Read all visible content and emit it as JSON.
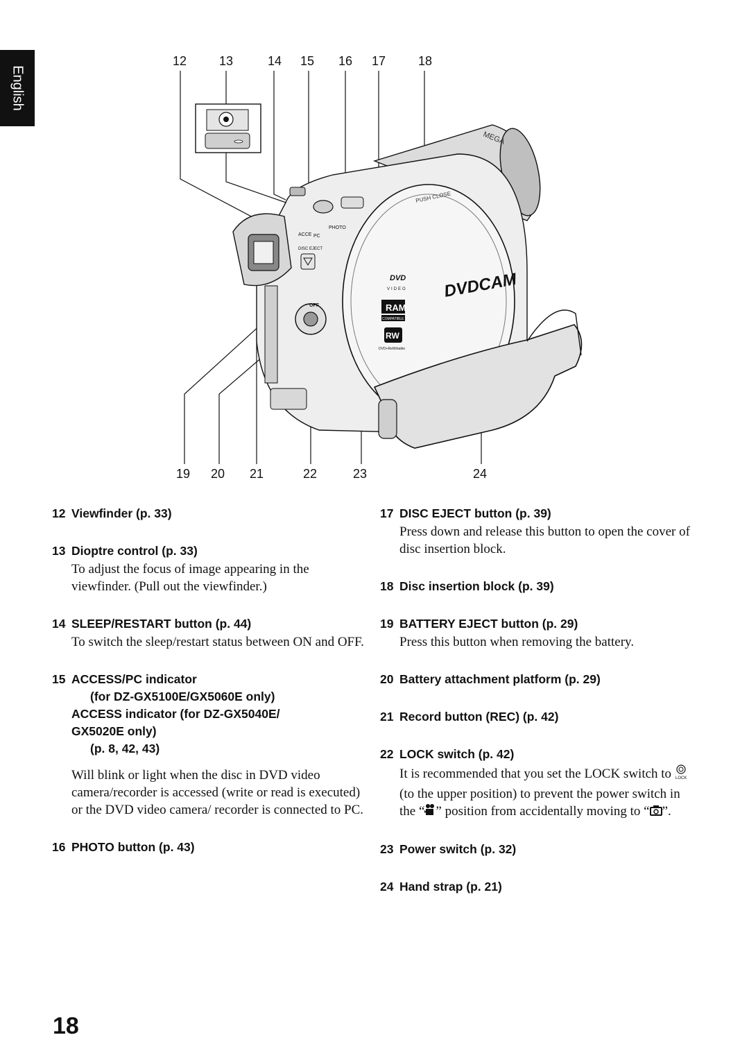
{
  "side_tab": {
    "label": "English"
  },
  "diagram": {
    "top_callouts": [
      "12",
      "13",
      "14",
      "15",
      "16",
      "17",
      "18"
    ],
    "bottom_callouts": [
      "19",
      "20",
      "21",
      "22",
      "23",
      "24"
    ],
    "printed_labels": {
      "mega": "MEGA",
      "push_close": "PUSH CLOSE",
      "access": "ACCE",
      "pc": "PC",
      "photo": "PHOTO",
      "disc_eject": "DISC EJECT",
      "off": "OFF",
      "dvdcam": "DVDCAM",
      "dvd": "DVD",
      "video": "VIDEO",
      "ram": "RAM",
      "compatible": "COMPATIBLE",
      "rw": "RW",
      "dvd_rewritable": "DVD+ReWritable"
    }
  },
  "left_column": [
    {
      "num": "12",
      "title": "Viewfinder (p. 33)"
    },
    {
      "num": "13",
      "title": "Dioptre control (p. 33)",
      "desc": "To adjust the focus of image appearing in the viewfinder. (Pull out the viewfinder.)"
    },
    {
      "num": "14",
      "title": "SLEEP/RESTART button (p. 44)",
      "desc": "To switch the sleep/restart status between ON and OFF."
    },
    {
      "num": "15",
      "title": "ACCESS/PC indicator",
      "sub1": "(for DZ-GX5100E/GX5060E only)",
      "sub2": "ACCESS indicator (for DZ-GX5040E/",
      "sub3": "GX5020E only)",
      "sub4": "(p. 8, 42, 43)",
      "desc": "Will blink or light when the disc in DVD video camera/recorder is accessed (write or read is executed) or the DVD video camera/ recorder is connected to PC."
    },
    {
      "num": "16",
      "title": "PHOTO button (p. 43)"
    }
  ],
  "right_column": [
    {
      "num": "17",
      "title": "DISC EJECT button (p. 39)",
      "desc": "Press down and release this button to open the cover of disc insertion block."
    },
    {
      "num": "18",
      "title": "Disc insertion block (p. 39)"
    },
    {
      "num": "19",
      "title": "BATTERY EJECT button (p. 29)",
      "desc": "Press this button when removing the battery."
    },
    {
      "num": "20",
      "title": "Battery attachment platform (p. 29)"
    },
    {
      "num": "21",
      "title": "Record button (REC) (p. 42)"
    },
    {
      "num": "22",
      "title": "LOCK switch (p. 42)",
      "desc_1": "It is recommended that you set the LOCK switch to",
      "lock_label": "LOCK",
      "desc_2": "(to the upper position) to prevent the power switch in the “",
      "desc_3": "” position from accidentally moving to “",
      "desc_4": "”."
    },
    {
      "num": "23",
      "title": "Power switch (p. 32)"
    },
    {
      "num": "24",
      "title": "Hand strap (p. 21)"
    }
  ],
  "page_number": "18"
}
